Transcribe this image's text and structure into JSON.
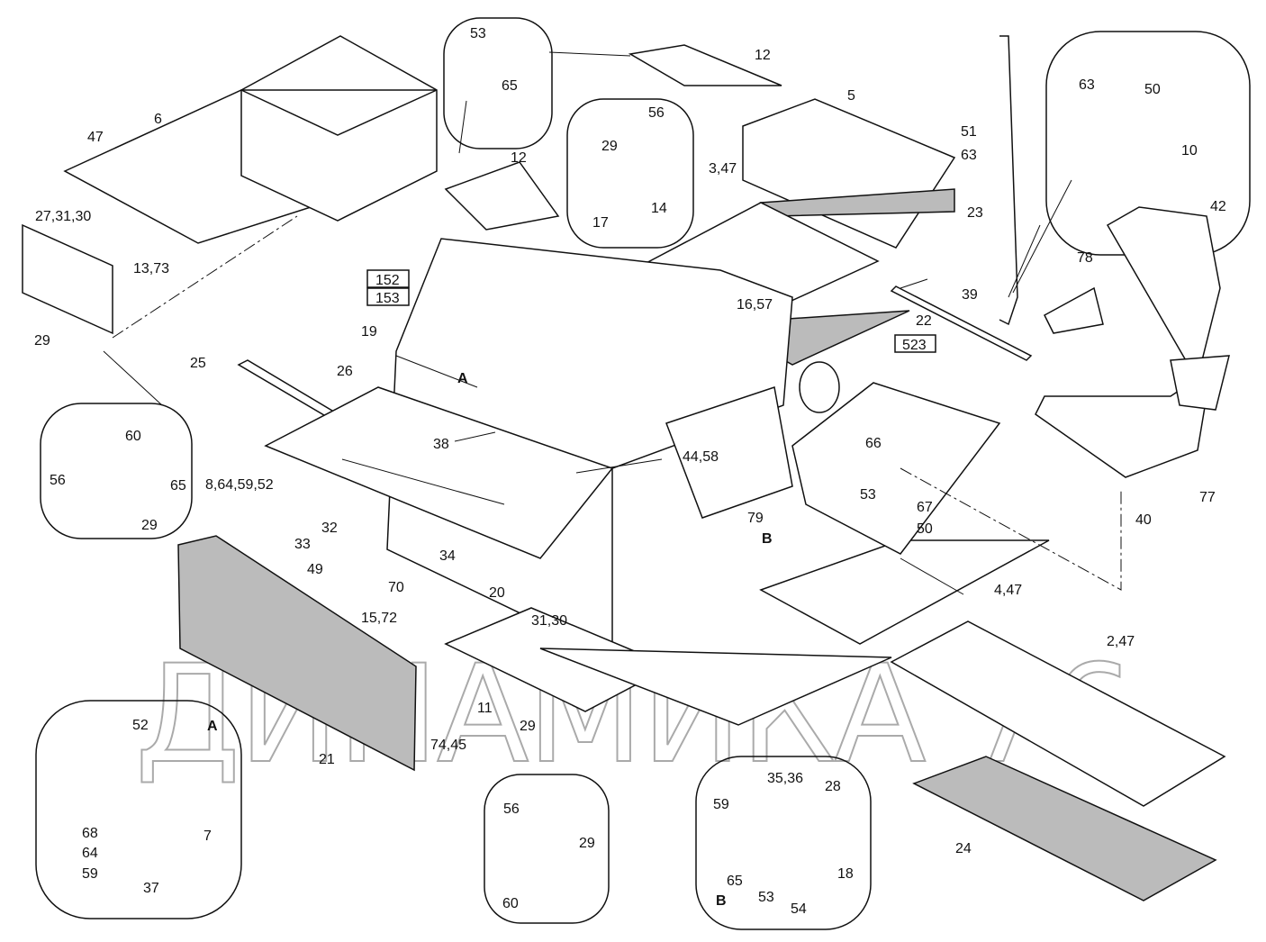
{
  "watermark": "ДИНАМИКА 76",
  "labels": {
    "l53a": "53",
    "l65a": "65",
    "l12a": "12",
    "l12b": "12",
    "l56a": "56",
    "l29a": "29",
    "l14": "14",
    "l17": "17",
    "l5": "5",
    "l51": "51",
    "l63a": "63",
    "l23": "23",
    "l63b": "63",
    "l50a": "50",
    "l10": "10",
    "l42": "42",
    "l78": "78",
    "l6": "6",
    "l47": "47",
    "l273130": "27,31,30",
    "l1373": "13,73",
    "l29b": "29",
    "l347": "3,47",
    "l1657": "16,57",
    "l22": "22",
    "l39": "39",
    "l523": "523",
    "l152": "152",
    "l153": "153",
    "l19": "19",
    "l25": "25",
    "l26": "26",
    "lA1": "A",
    "l60a": "60",
    "l65b": "65",
    "l56b": "56",
    "l29c": "29",
    "l38": "38",
    "l8645952": "8,64,59,52",
    "l4458": "44,58",
    "l66": "66",
    "l53b": "53",
    "l67": "67",
    "l50b": "50",
    "l79": "79",
    "lB1": "B",
    "l40": "40",
    "l77": "77",
    "l32": "32",
    "l33": "33",
    "l34": "34",
    "l49": "49",
    "l70": "70",
    "l20": "20",
    "l1572": "15,72",
    "l3130": "31,30",
    "l447": "4,47",
    "l247": "2,47",
    "l11": "11",
    "l7445": "74,45",
    "l21": "21",
    "l29d": "29",
    "l52": "52",
    "lA2": "A",
    "l7": "7",
    "l68": "68",
    "l64": "64",
    "l59a": "59",
    "l37": "37",
    "l56c": "56",
    "l29e": "29",
    "l60b": "60",
    "l3536": "35,36",
    "l28": "28",
    "l59b": "59",
    "l65c": "65",
    "l18": "18",
    "lB2": "B",
    "l53c": "53",
    "l54": "54",
    "l24": "24"
  }
}
